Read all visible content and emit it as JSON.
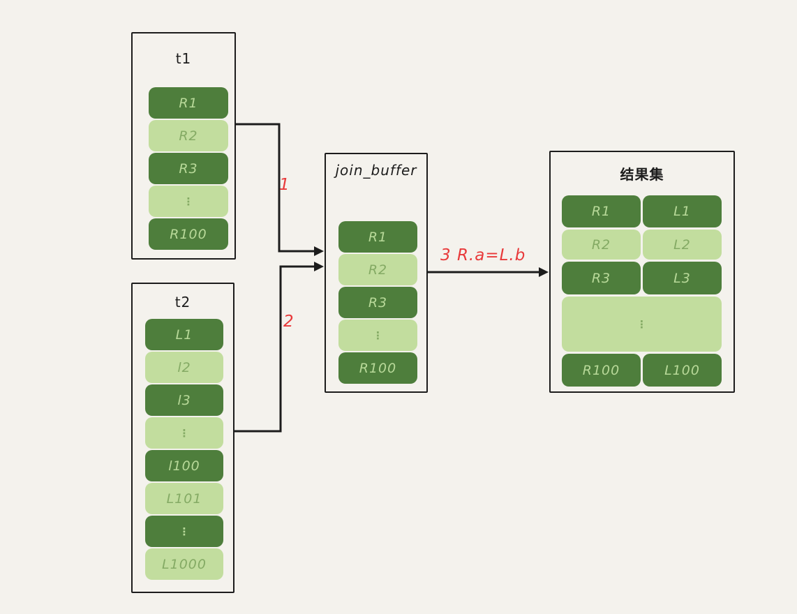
{
  "colors": {
    "bg": "#f4f2ed",
    "ink": "#1c1c1c",
    "dark_green": "#4e7e3c",
    "light_green": "#c2dd9e",
    "text_on_dark": "#b8d999",
    "text_on_light": "#84aa64",
    "red": "#e8393a"
  },
  "tables": {
    "t1": {
      "title": "t1",
      "rows": [
        {
          "label": "R1",
          "tone": "dark"
        },
        {
          "label": "R2",
          "tone": "light"
        },
        {
          "label": "R3",
          "tone": "dark"
        },
        {
          "label": "⋮",
          "tone": "light"
        },
        {
          "label": "R100",
          "tone": "dark"
        }
      ]
    },
    "t2": {
      "title": "t2",
      "rows": [
        {
          "label": "L1",
          "tone": "dark"
        },
        {
          "label": "l2",
          "tone": "light"
        },
        {
          "label": "l3",
          "tone": "dark"
        },
        {
          "label": "⋮",
          "tone": "light"
        },
        {
          "label": "l100",
          "tone": "dark"
        },
        {
          "label": "L101",
          "tone": "light"
        },
        {
          "label": "⋮",
          "tone": "dark"
        },
        {
          "label": "L1000",
          "tone": "light"
        }
      ]
    },
    "join_buffer": {
      "title": "join_buffer",
      "rows": [
        {
          "label": "R1",
          "tone": "dark"
        },
        {
          "label": "R2",
          "tone": "light"
        },
        {
          "label": "R3",
          "tone": "dark"
        },
        {
          "label": "⋮",
          "tone": "light"
        },
        {
          "label": "R100",
          "tone": "dark"
        }
      ]
    },
    "result": {
      "title": "结果集",
      "rows": [
        {
          "left": "R1",
          "right": "L1",
          "tone": "dark"
        },
        {
          "left": "R2",
          "right": "L2",
          "tone": "light"
        },
        {
          "left": "R3",
          "right": "L3",
          "tone": "dark"
        },
        {
          "dots": "⋮",
          "tone": "light"
        },
        {
          "left": "R100",
          "right": "L100",
          "tone": "dark"
        }
      ]
    }
  },
  "annotations": {
    "step1": "1",
    "step2": "2",
    "step3": "3  R.a=L.b"
  }
}
